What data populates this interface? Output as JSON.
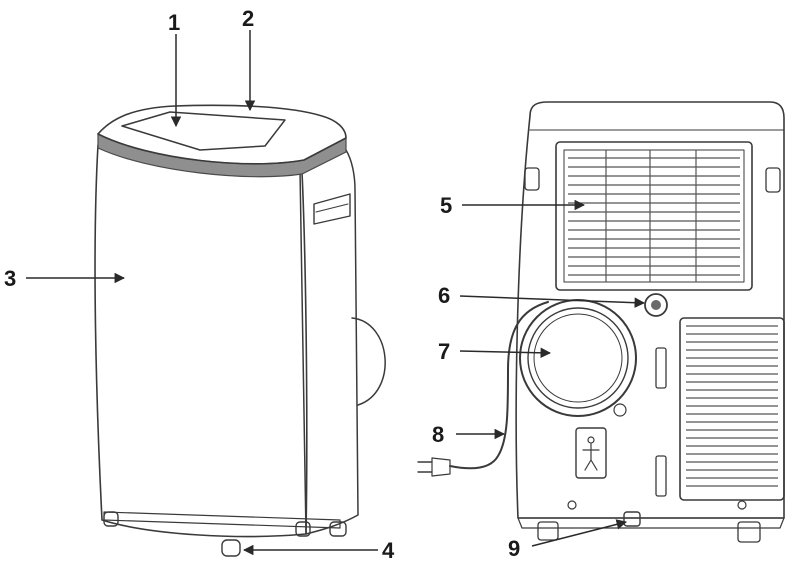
{
  "callouts": {
    "c1": "1",
    "c2": "2",
    "c3": "3",
    "c4": "4",
    "c5": "5",
    "c6": "6",
    "c7": "7",
    "c8": "8",
    "c9": "9"
  },
  "colors": {
    "outline": "#3a3a3a",
    "body_fill": "#f4f4f4",
    "band_fill": "#9a9a9a",
    "grille_fill": "#ececec"
  }
}
